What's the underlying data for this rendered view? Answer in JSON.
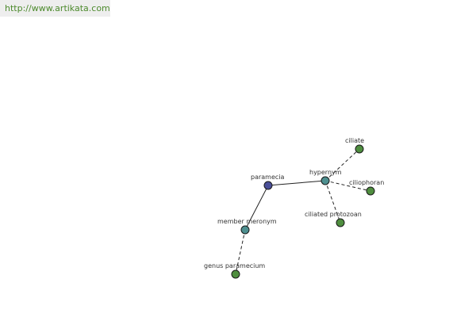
{
  "watermark": "http://www.artikata.com",
  "graph": {
    "nodes": [
      {
        "id": "paramecia",
        "label": "paramecia",
        "color": "#4a4f99"
      },
      {
        "id": "hypernym",
        "label": "hypernym",
        "color": "#4e9090"
      },
      {
        "id": "member_meronym",
        "label": "member meronym",
        "color": "#4e9090"
      },
      {
        "id": "ciliate",
        "label": "ciliate",
        "color": "#4f8e3f"
      },
      {
        "id": "ciliophoran",
        "label": "ciliophoran",
        "color": "#4f8e3f"
      },
      {
        "id": "ciliated_protozoan",
        "label": "ciliated protozoan",
        "color": "#4f8e3f"
      },
      {
        "id": "genus_paramecium",
        "label": "genus paramecium",
        "color": "#4f8e3f"
      }
    ],
    "edges": [
      {
        "from": "paramecia",
        "to": "hypernym",
        "style": "solid"
      },
      {
        "from": "paramecia",
        "to": "member_meronym",
        "style": "solid"
      },
      {
        "from": "hypernym",
        "to": "ciliate",
        "style": "dashed"
      },
      {
        "from": "hypernym",
        "to": "ciliophoran",
        "style": "dashed"
      },
      {
        "from": "hypernym",
        "to": "ciliated_protozoan",
        "style": "dashed"
      },
      {
        "from": "member_meronym",
        "to": "genus_paramecium",
        "style": "dashed"
      }
    ]
  }
}
